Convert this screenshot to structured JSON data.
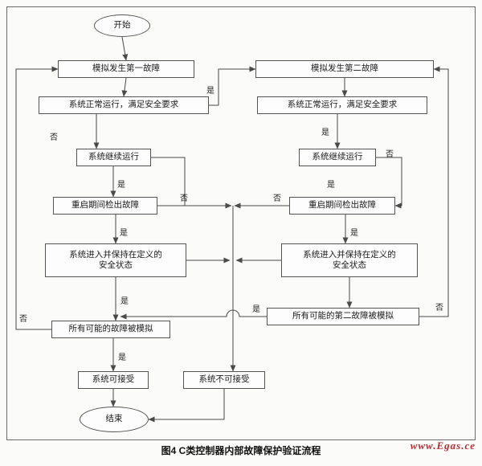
{
  "diagram": {
    "caption": "图4 C类控制器内部故障保护验证流程",
    "watermark": "www.Egas.ce",
    "colors": {
      "line": "#4a4a4a",
      "watermark": "#c2272d"
    },
    "edge_labels": {
      "yes": "是",
      "no": "否"
    },
    "nodes": {
      "start": {
        "label": "开始",
        "shape": "ellipse"
      },
      "l1": {
        "label": "模拟发生第一故障",
        "shape": "rect"
      },
      "l2": {
        "label": "系统正常运行，满足安全要求",
        "shape": "rect"
      },
      "l3": {
        "label": "系统继续运行",
        "shape": "rect"
      },
      "l4": {
        "label": "重启期间检出故障",
        "shape": "rect"
      },
      "l5": {
        "label": "系统进入并保持在定义的\n安全状态",
        "shape": "rect"
      },
      "l6": {
        "label": "所有可能的故障被模拟",
        "shape": "rect"
      },
      "l7": {
        "label": "系统可接受",
        "shape": "rect"
      },
      "ng": {
        "label": "系统不可接受",
        "shape": "rect"
      },
      "end": {
        "label": "结束",
        "shape": "ellipse"
      },
      "r1": {
        "label": "模拟发生第二故障",
        "shape": "rect"
      },
      "r2": {
        "label": "系统正常运行，满足安全要求",
        "shape": "rect"
      },
      "r3": {
        "label": "系统继续运行",
        "shape": "rect"
      },
      "r4": {
        "label": "重启期间检出故障",
        "shape": "rect"
      },
      "r5": {
        "label": "系统进入并保持在定义的\n安全状态",
        "shape": "rect"
      },
      "r6": {
        "label": "所有可能的第二故障被模拟",
        "shape": "rect"
      }
    }
  }
}
